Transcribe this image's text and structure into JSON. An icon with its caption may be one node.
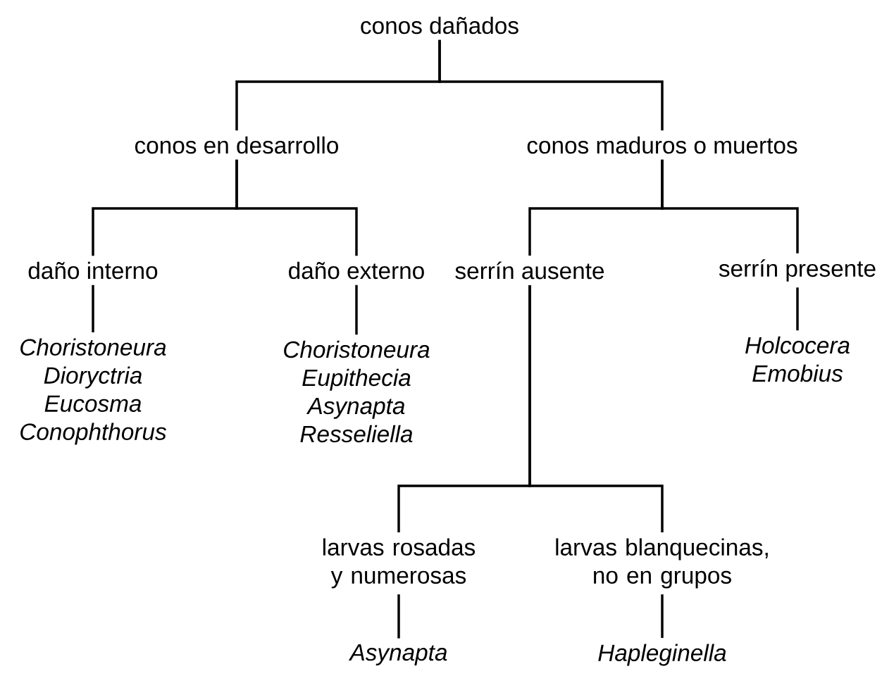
{
  "diagram": {
    "nodes": [
      {
        "text": [
          "conos dañados"
        ]
      },
      {
        "text": [
          "conos en desarrollo"
        ]
      },
      {
        "text": [
          "conos maduros o muertos"
        ]
      },
      {
        "text": [
          "daño interno"
        ]
      },
      {
        "text": [
          "daño externo"
        ]
      },
      {
        "text": [
          "serrín ausente"
        ]
      },
      {
        "text": [
          "serrín presente"
        ]
      },
      {
        "text": [
          "Choristoneura",
          "Dioryctria",
          "Eucosma",
          "Conophthorus"
        ]
      },
      {
        "text": [
          "Choristoneura",
          "Eupithecia",
          "Asynapta",
          "Resseliella"
        ]
      },
      {
        "text": [
          "Holcocera",
          "Emobius"
        ]
      },
      {
        "text": [
          "larvas rosadas y numerosas"
        ]
      },
      {
        "text": [
          "larvas blanquecinas, no en grupos"
        ]
      },
      {
        "text": [
          "Asynapta"
        ]
      },
      {
        "text": [
          "Hapleginella"
        ]
      }
    ],
    "edges": [
      {
        "from": 0,
        "to": 1,
        "arrow": "none"
      },
      {
        "from": 0,
        "to": 2,
        "arrow": "none"
      },
      {
        "from": 1,
        "to": 3,
        "arrow": "none"
      },
      {
        "from": 1,
        "to": 4,
        "arrow": "none"
      },
      {
        "from": 2,
        "to": 5,
        "arrow": "none"
      },
      {
        "from": 2,
        "to": 6,
        "arrow": "none"
      },
      {
        "from": 3,
        "to": 7,
        "arrow": "none"
      },
      {
        "from": 4,
        "to": 8,
        "arrow": "none"
      },
      {
        "from": 6,
        "to": 9,
        "arrow": "none"
      },
      {
        "from": 5,
        "to": 10,
        "arrow": "none"
      },
      {
        "from": 5,
        "to": 11,
        "arrow": "none"
      },
      {
        "from": 10,
        "to": 12,
        "arrow": "none"
      },
      {
        "from": 11,
        "to": 13,
        "arrow": "none"
      }
    ]
  }
}
